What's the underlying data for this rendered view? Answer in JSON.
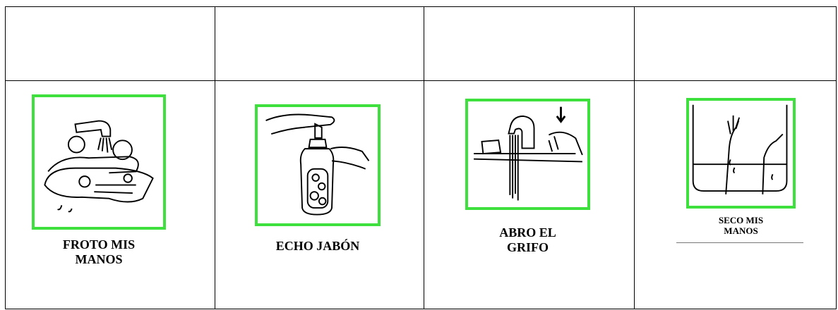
{
  "steps": [
    {
      "caption_line1": "FROTO MIS",
      "caption_line2": "MANOS",
      "icon": "hands-washing-icon"
    },
    {
      "caption_line1": "ECHO JABÓN",
      "caption_line2": "",
      "icon": "soap-dispenser-icon"
    },
    {
      "caption_line1": "ABRO EL",
      "caption_line2": "GRIFO",
      "icon": "faucet-icon"
    },
    {
      "caption_line1": "SECO MIS",
      "caption_line2": "MANOS",
      "icon": "hand-dryer-icon"
    }
  ],
  "colors": {
    "frame": "#3de03d",
    "line": "#000000"
  }
}
